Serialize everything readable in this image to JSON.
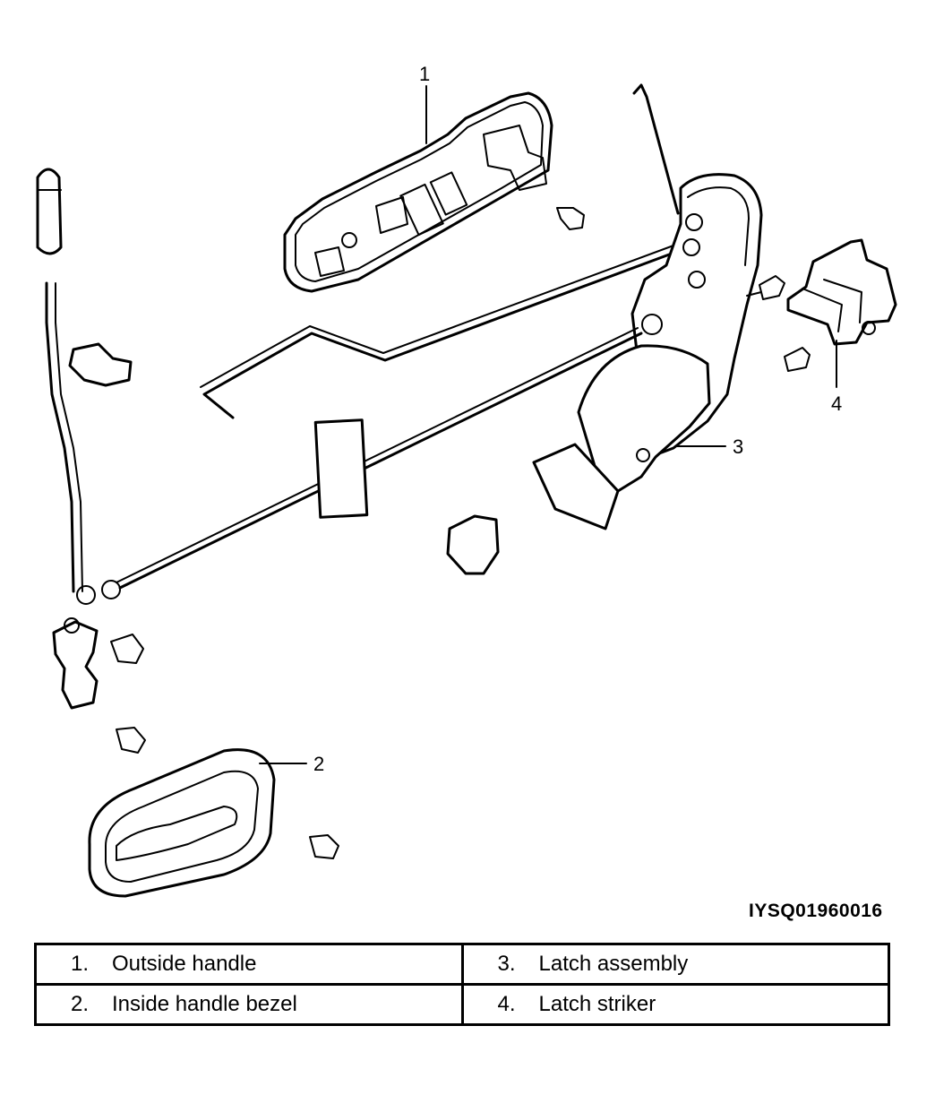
{
  "figure_code": "IYSQ01960016",
  "callouts": [
    {
      "id": "1"
    },
    {
      "id": "2"
    },
    {
      "id": "3"
    },
    {
      "id": "4"
    }
  ],
  "legend": {
    "rows": [
      [
        {
          "num": "1.",
          "label": "Outside handle"
        },
        {
          "num": "3.",
          "label": "Latch assembly"
        }
      ],
      [
        {
          "num": "2.",
          "label": "Inside handle bezel"
        },
        {
          "num": "4.",
          "label": "Latch striker"
        }
      ]
    ]
  }
}
